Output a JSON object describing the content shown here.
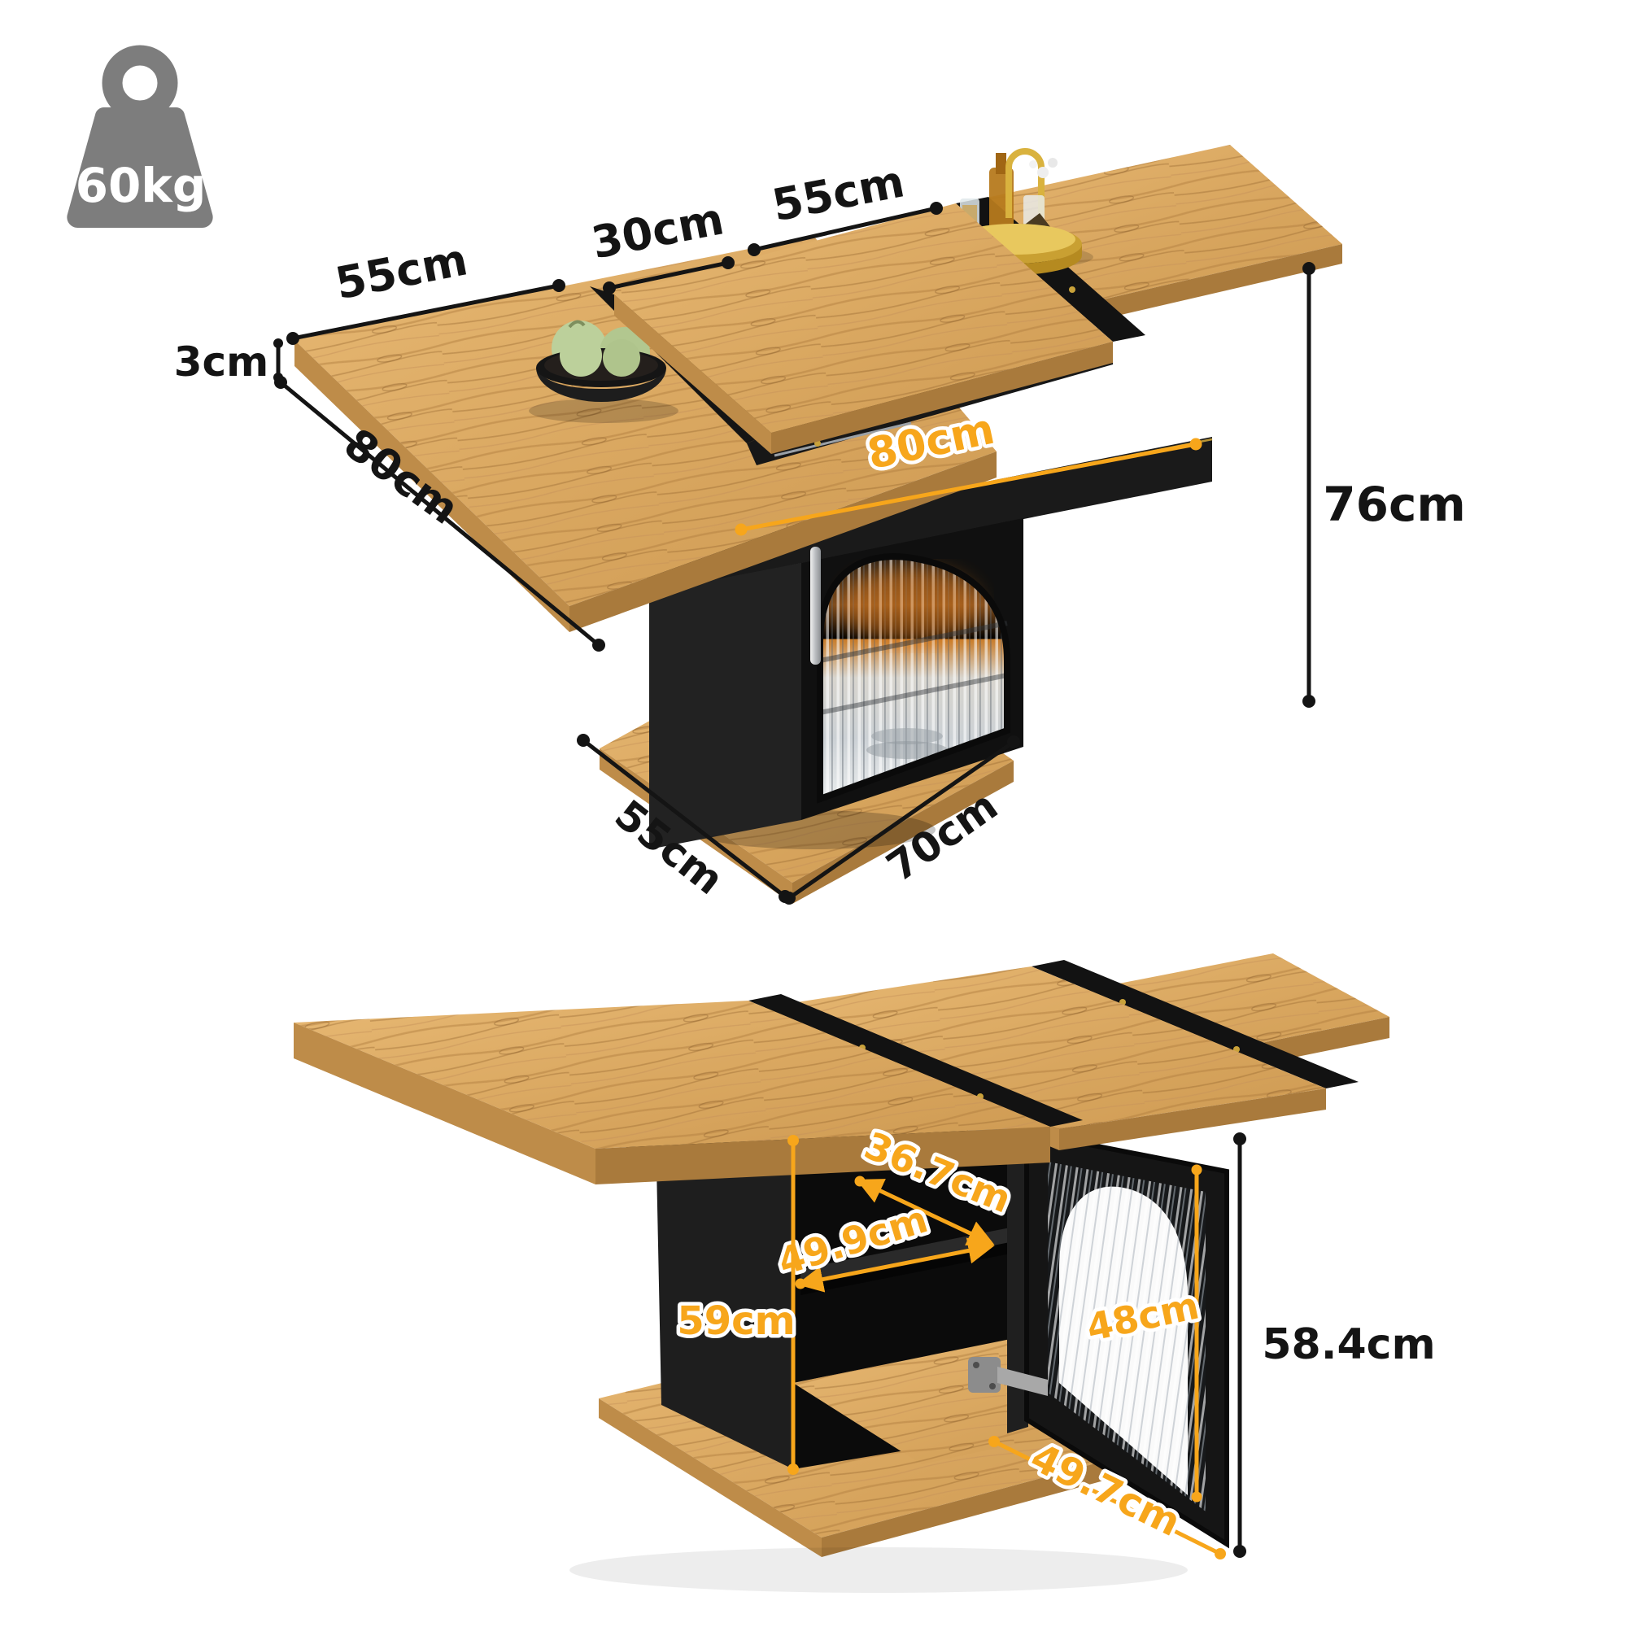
{
  "weight_badge": {
    "label": "60kg"
  },
  "top_figure": {
    "dimensions": {
      "left_leaf_width": "55cm",
      "center_leaf_width": "30cm",
      "right_leaf_width": "55cm",
      "tabletop_thickness": "3cm",
      "tabletop_depth": "80cm",
      "pedestal_top_width": "80cm",
      "table_height": "76cm",
      "base_depth": "55cm",
      "base_width": "70cm"
    }
  },
  "bottom_figure": {
    "dimensions": {
      "interior_shelf_width": "36.7cm",
      "interior_shelf_depth": "49.9cm",
      "interior_height": "59cm",
      "door_glass_height": "48cm",
      "cabinet_side_height": "58.4cm",
      "door_width": "49.7cm"
    }
  },
  "colors": {
    "accent_orange": "#F7A61B",
    "dimension_black": "#141414",
    "wood": "#D9A55E",
    "cabinet_black": "#1A1A1A",
    "badge_gray": "#7D7D7D"
  }
}
